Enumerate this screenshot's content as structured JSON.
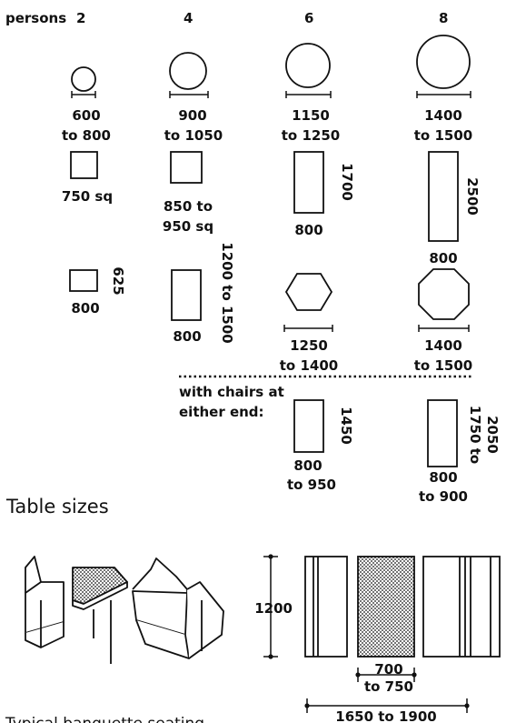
{
  "header": {
    "persons_label": "persons",
    "counts": [
      "2",
      "4",
      "6",
      "8"
    ]
  },
  "round_tables": [
    {
      "size": "600",
      "range": "to 800"
    },
    {
      "size": "900",
      "range": "to 1050"
    },
    {
      "size": "1150",
      "range": "to 1250"
    },
    {
      "size": "1400",
      "range": "to 1500"
    }
  ],
  "square_tables": {
    "t2": "750 sq",
    "t4_line1": "850 to",
    "t4_line2": "950 sq",
    "t6_width": "800",
    "t6_length": "1700",
    "t8_width": "800",
    "t8_length": "2500"
  },
  "rect_tables": {
    "t2_width": "800",
    "t2_depth": "625",
    "t4_width": "800",
    "t4_length": "1200 to 1500",
    "hex_size": "1250",
    "hex_range": "to 1400",
    "oct_size": "1400",
    "oct_range": "to 1500"
  },
  "end_chairs": {
    "label_line1": "with chairs at",
    "label_line2": "either end:",
    "t6_length": "1450",
    "t6_width": "800",
    "t6_width_range": "to 950",
    "t8_length_line1": "1750 to",
    "t8_length_line2": "2050",
    "t8_width": "800",
    "t8_width_range": "to 900"
  },
  "captions": {
    "table_sizes": "Table sizes",
    "banquette": "Typical banquette seating"
  },
  "banquette_plan": {
    "height": "1200",
    "table_width": "700",
    "table_width_range": "to 750",
    "overall": "1650 to 1900"
  },
  "colors": {
    "ink": "#111111",
    "paper": "#ffffff"
  }
}
